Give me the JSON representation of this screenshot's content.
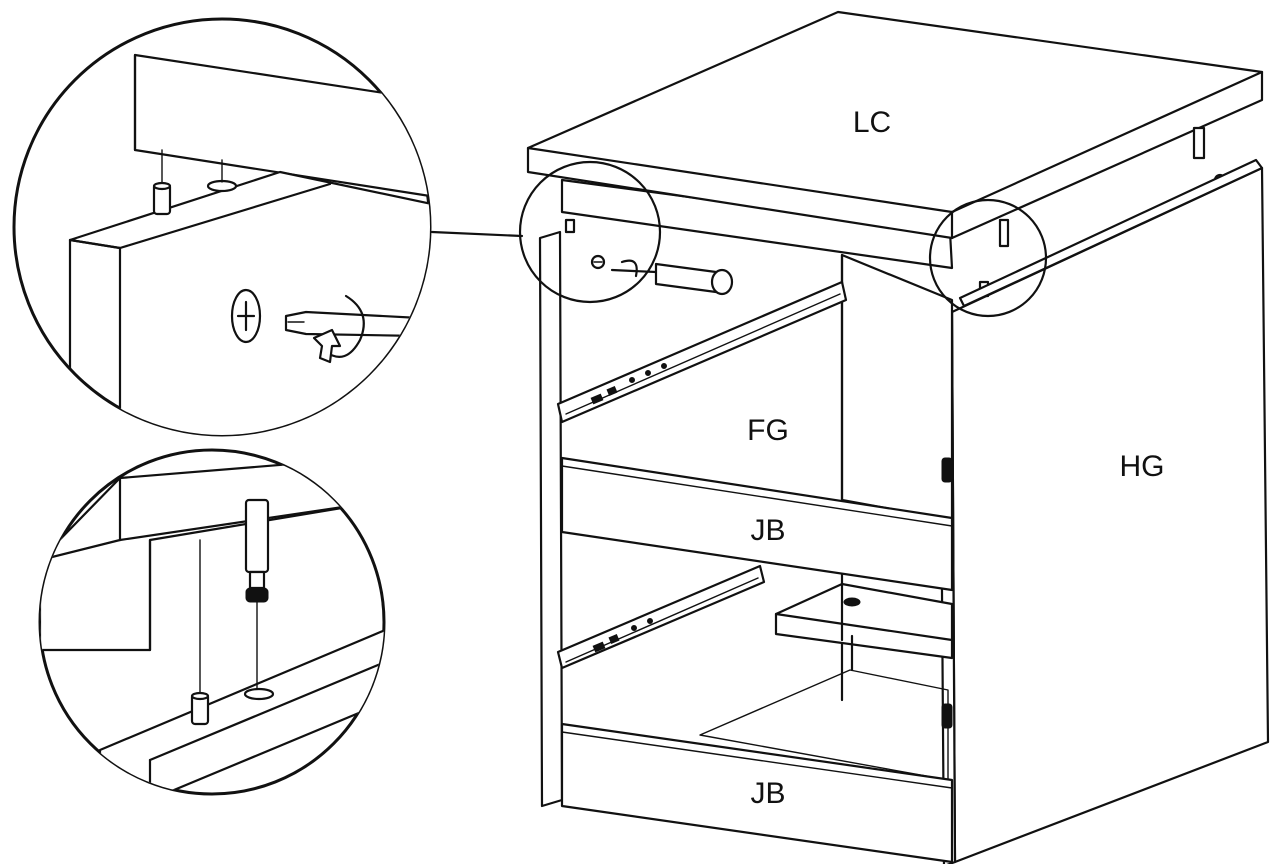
{
  "labels": {
    "top_panel": "LC",
    "back_panel": "FG",
    "side_panel": "HG",
    "drawer_rail_upper": "JB",
    "drawer_rail_lower": "JB"
  },
  "colors": {
    "line": "#111111",
    "background": "#ffffff"
  },
  "icons": {
    "screwdriver": "screwdriver-icon",
    "cam_lock": "cam-lock-icon",
    "rotation_arrow": "rotate-clockwise-icon",
    "dowel": "dowel-icon",
    "pin": "pin-icon"
  }
}
